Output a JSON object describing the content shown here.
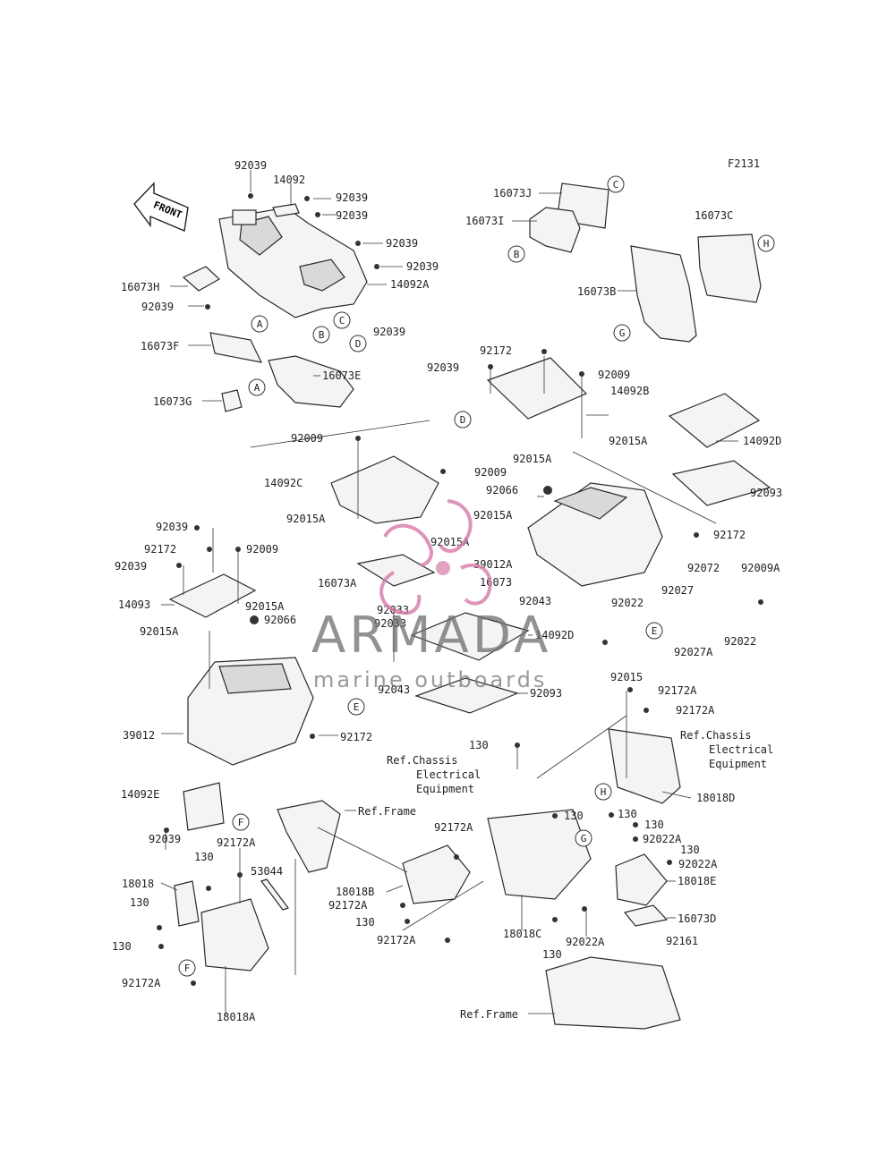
{
  "figure_code": "F2131",
  "front_arrow_label": "FRONT",
  "watermark": {
    "title": "ARMADA",
    "subtitle": "marine outboards",
    "accent": "#d67aa8"
  },
  "colors": {
    "line": "#2a2a2a",
    "text": "#222222"
  },
  "callouts": [
    "A",
    "A",
    "B",
    "B",
    "C",
    "C",
    "D",
    "D",
    "E",
    "E",
    "F",
    "F",
    "G",
    "G",
    "H",
    "H"
  ],
  "references": [
    "Ref.Chassis",
    "Electrical",
    "Equipment",
    "Ref.Chassis",
    "Electrical",
    "Equipment",
    "Ref.Frame",
    "Ref.Frame"
  ],
  "parts": [
    "92039",
    "14092",
    "92039",
    "92039",
    "92039",
    "92039",
    "14092A",
    "92039",
    "16073H",
    "92039",
    "16073F",
    "16073E",
    "16073G",
    "16073J",
    "16073I",
    "16073C",
    "16073B",
    "92172",
    "92039",
    "92009",
    "14092B",
    "92015A",
    "92015A",
    "14092D",
    "92093",
    "92172",
    "92009",
    "14092C",
    "92009",
    "92066",
    "92015A",
    "92015A",
    "92015A",
    "16073A",
    "16073",
    "39012A",
    "92039",
    "92172",
    "92009",
    "92039",
    "14093",
    "92015A",
    "92015A",
    "92066",
    "92033",
    "92033",
    "92043",
    "14092D",
    "92043",
    "92093",
    "92072",
    "92009A",
    "92022",
    "92027",
    "92027A",
    "92022",
    "92015",
    "39012",
    "92172",
    "92172A",
    "92172A",
    "130",
    "18018D",
    "14092E",
    "92039",
    "92172A",
    "130",
    "53044",
    "18018",
    "130",
    "130",
    "92172A",
    "18018A",
    "92172A",
    "18018B",
    "92172A",
    "130",
    "92172A",
    "18018C",
    "130",
    "130",
    "130",
    "92022A",
    "130",
    "92022A",
    "18018E",
    "16073D",
    "92022A",
    "130",
    "92161"
  ]
}
